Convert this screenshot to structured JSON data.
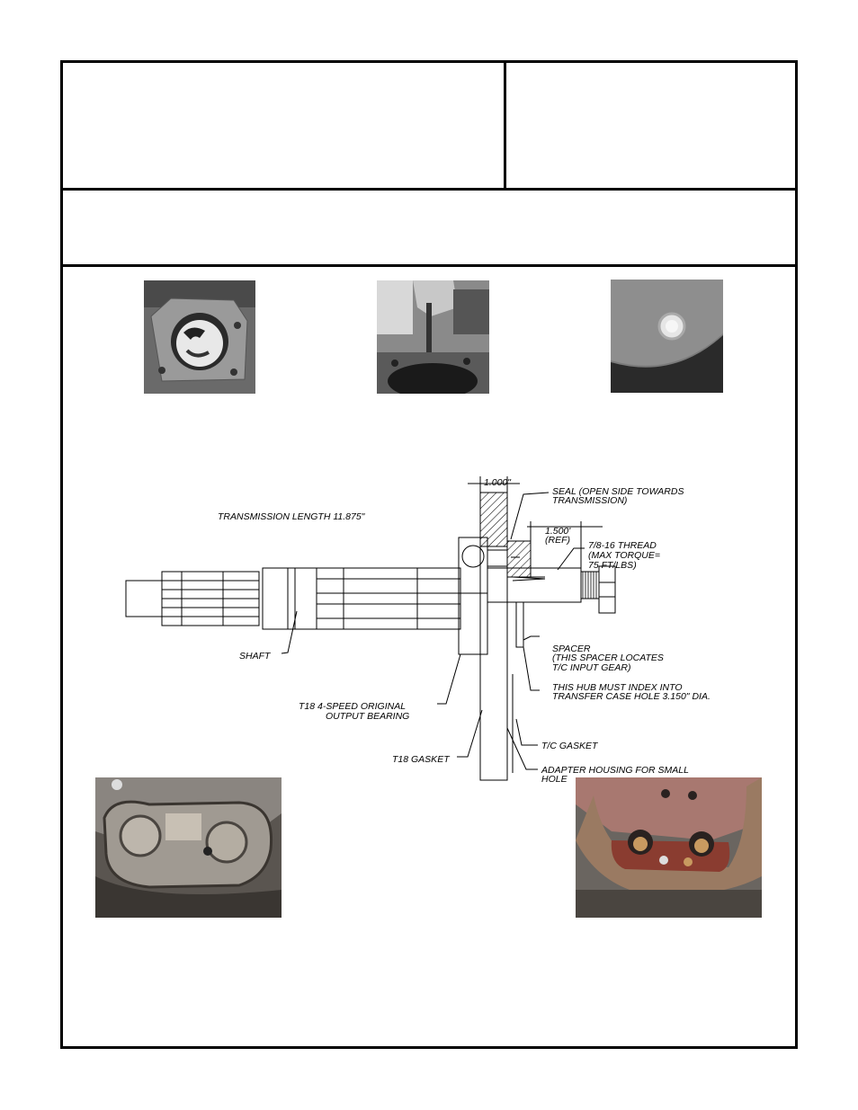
{
  "photos": {
    "photo1": "photo-bearing-bore",
    "photo2": "photo-seal-install",
    "photo3": "photo-plug-detail",
    "photo4": "photo-housing-before",
    "photo5": "photo-housing-after"
  },
  "drawing": {
    "transmission_length": "TRANSMISSION  LENGTH  11.875\"",
    "dim_1000": "1.000\"",
    "seal_line1": "SEAL  (OPEN  SIDE  TOWARDS",
    "seal_line2": "TRANSMISSION)",
    "dim_1500": "1.500'",
    "dim_ref": "(REF)",
    "thread_line1": "7/8-16  THREAD",
    "thread_line2": "(MAX  TORQUE=",
    "thread_line3": "75  FT/LBS)",
    "shaft": "SHAFT",
    "spacer_line1": "SPACER",
    "spacer_line2": "(THIS  SPACER  LOCATES",
    "spacer_line3": "T/C  INPUT  GEAR)",
    "hub_line1": "THIS  HUB  MUST  INDEX  INTO",
    "hub_line2": "TRANSFER  CASE  HOLE  3.150\"  DIA.",
    "bearing_line1": "T18  4-SPEED  ORIGINAL",
    "bearing_line2": "OUTPUT  BEARING",
    "tc_gasket": "T/C  GASKET",
    "t18_gasket": "T18  GASKET",
    "adapter_line1": "ADAPTER  HOUSING  FOR  SMALL",
    "adapter_line2": "HOLE"
  }
}
